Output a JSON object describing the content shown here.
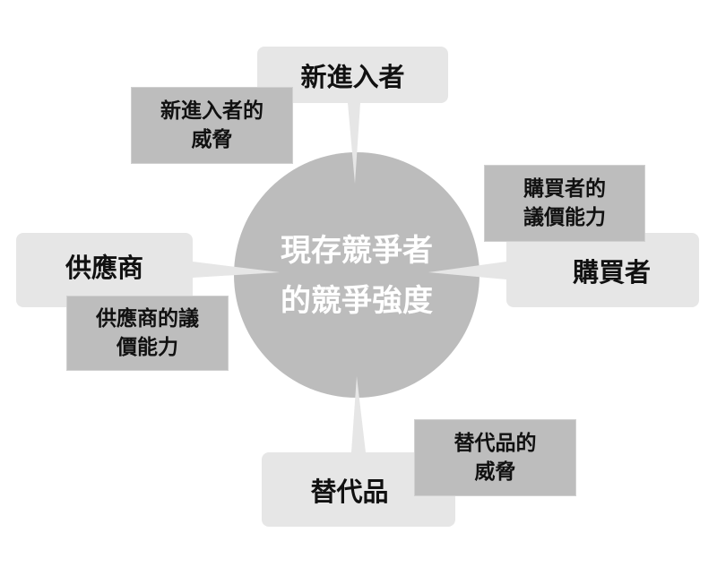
{
  "center": {
    "text": "現存競爭者\n的競爭強度"
  },
  "forces": {
    "top": {
      "title": "新進入者",
      "label": "新進入者的\n威脅"
    },
    "right": {
      "title": "購買者",
      "label": "購買者的\n議價能力"
    },
    "left": {
      "title": "供應商",
      "label": "供應商的議\n價能力"
    },
    "bottom": {
      "title": "替代品",
      "label": "替代品的\n威脅"
    }
  },
  "colors": {
    "outer_box": "#e6e6e6",
    "label_box": "#bdbdbd",
    "circle": "#bcbcbc",
    "center_text": "#ffffff"
  }
}
